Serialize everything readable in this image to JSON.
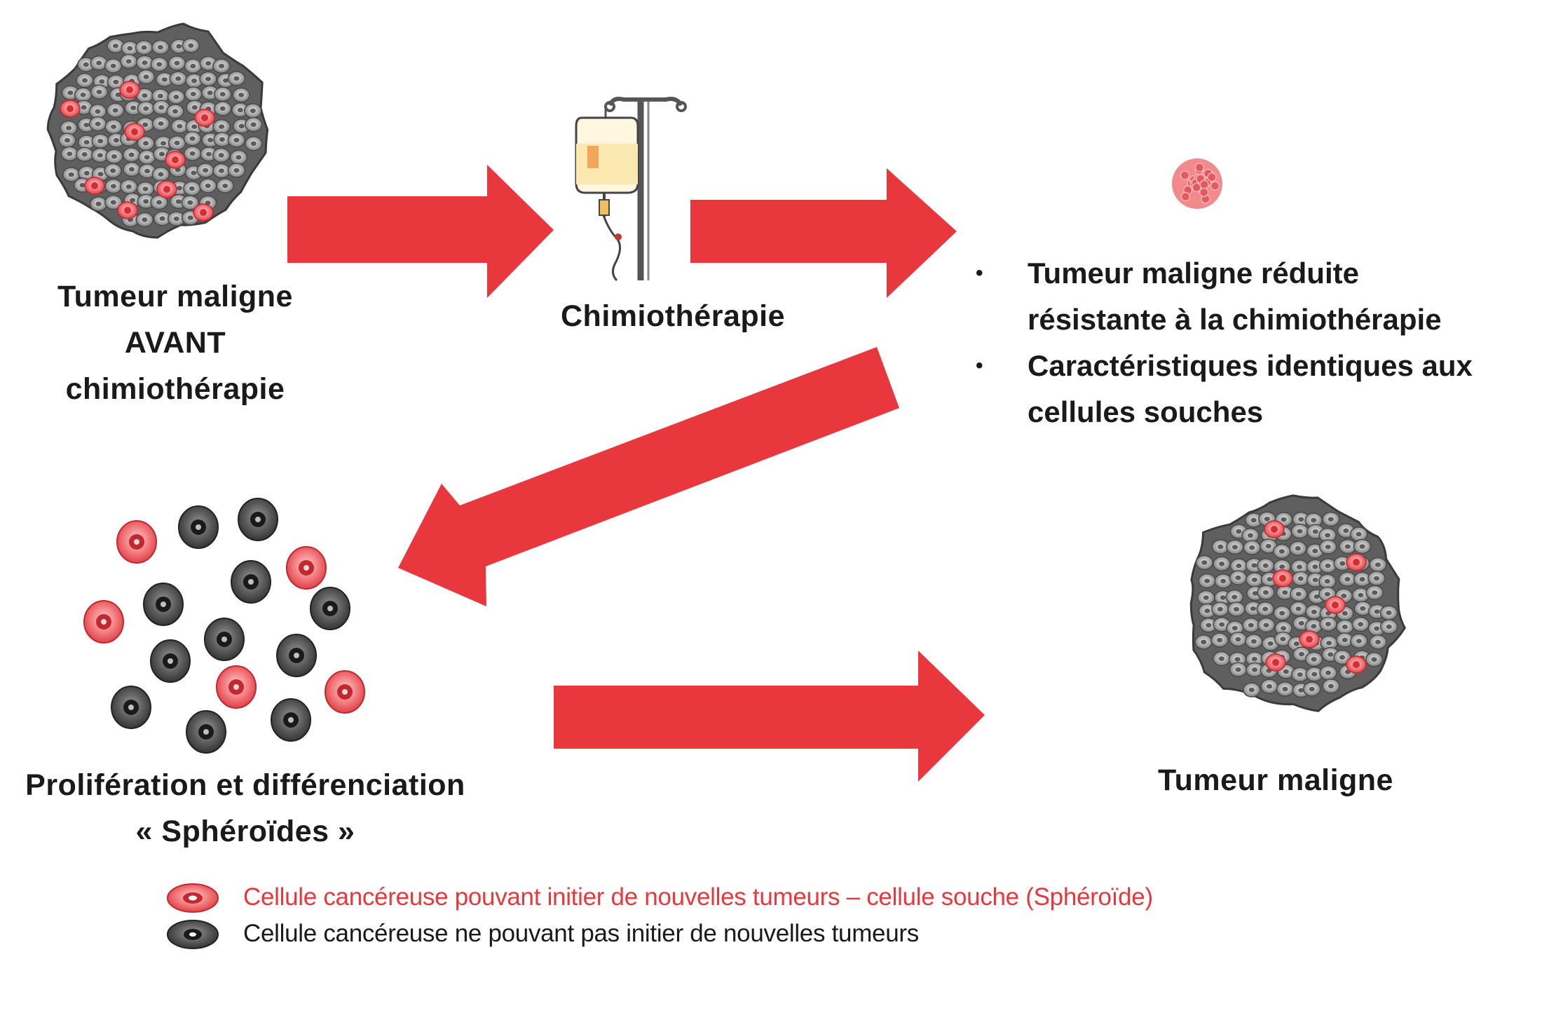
{
  "labels": {
    "before_lines": [
      "Tumeur maligne",
      "AVANT",
      "chimiothérapie"
    ],
    "chemo": "Chimiothérapie",
    "spheroid_lines": [
      "Prolifération et différenciation",
      "« Sphéroïdes »"
    ],
    "final": "Tumeur maligne"
  },
  "result_bullets": [
    [
      "Tumeur maligne réduite",
      "résistante à la chimiothérapie"
    ],
    [
      "Caractéristiques identiques aux",
      "cellules souches"
    ]
  ],
  "legend": [
    {
      "text": "Cellule cancéreuse pouvant initier de nouvelles tumeurs – cellule souche (Sphéroïde)",
      "color": "#e8383d",
      "icon": "stem-cell-icon"
    },
    {
      "text": "Cellule cancéreuse ne pouvant pas initier de nouvelles tumeurs",
      "color": "#1a1a1a",
      "icon": "cancer-cell-icon"
    }
  ],
  "colors": {
    "arrow": "#e8383d",
    "stem_cell": "#e8383d",
    "non_stem_cell": "#4a4a4a",
    "tumor_cell": "#8a8a8a"
  }
}
